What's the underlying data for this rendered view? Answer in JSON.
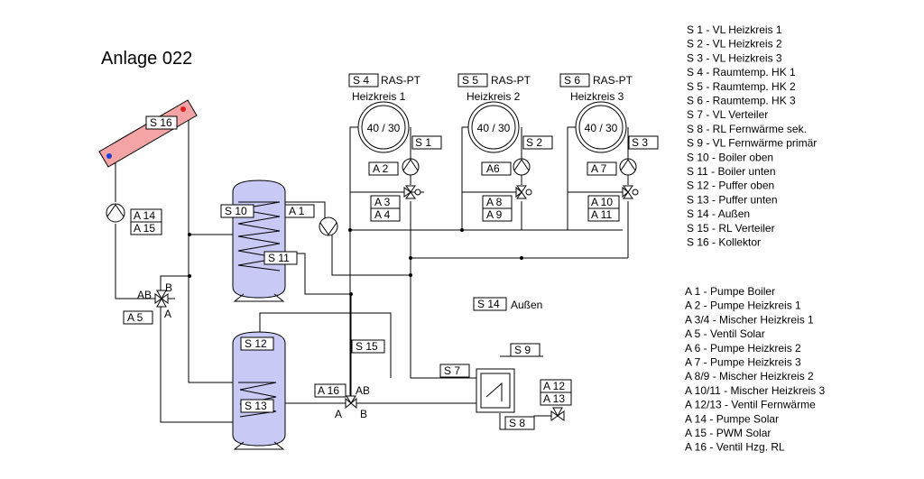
{
  "title": "Anlage 022",
  "sensor_labels": {
    "s1": "S 1",
    "s2": "S 2",
    "s3": "S 3",
    "s4": "S 4",
    "s5": "S 5",
    "s6": "S 6",
    "s7": "S 7",
    "s8": "S 8",
    "s9": "S 9",
    "s10": "S 10",
    "s11": "S 11",
    "s12": "S 12",
    "s13": "S 13",
    "s14": "S 14",
    "s15": "S 15",
    "s16": "S 16"
  },
  "actuator_labels": {
    "a1": "A 1",
    "a2": "A 2",
    "a3": "A 3",
    "a4": "A 4",
    "a5": "A 5",
    "a6": "A6",
    "a7": "A 7",
    "a8": "A 8",
    "a9": "A 9",
    "a10": "A 10",
    "a11": "A 11",
    "a12": "A 12",
    "a13": "A 13",
    "a14": "A 14",
    "a15": "A 15",
    "a16": "A 16"
  },
  "room_sensor_type": "RAS-PT",
  "circuits": [
    "Heizkreis 1",
    "Heizkreis 2",
    "Heizkreis 3"
  ],
  "room_units": [
    "40 / 30",
    "40 / 30",
    "40 / 30"
  ],
  "outdoor_label": "Außen",
  "valve_ports": {
    "ab": "AB",
    "a": "A",
    "b": "B"
  },
  "sensor_legend": [
    "S 1 - VL Heizkreis 1",
    "S 2 - VL Heizkreis 2",
    "S 3 - VL Heizkreis 3",
    "S 4 - Raumtemp. HK 1",
    "S 5 - Raumtemp. HK 2",
    "S 6 - Raumtemp. HK 3",
    "S 7 - VL Verteiler",
    "S 8 - RL Fernwärme sek.",
    "S 9 - VL Fernwärme primär",
    "S 10 - Boiler oben",
    "S 11 - Boiler unten",
    "S 12 - Puffer oben",
    "S 13 - Puffer unten",
    "S 14 - Außen",
    "S 15 - RL Verteiler",
    "S 16 - Kollektor"
  ],
  "actuator_legend": [
    "A 1 - Pumpe Boiler",
    "A 2 - Pumpe Heizkreis 1",
    "A 3/4 - Mischer Heizkreis 1",
    "A 5 - Ventil Solar",
    "A 6 - Pumpe Heizkreis 2",
    "A 7 - Pumpe Heizkreis 3",
    "A 8/9 - Mischer Heizkreis 2",
    "A 10/11 - Mischer Heizkreis 3",
    "A 12/13 - Ventil Fernwärme",
    "A 14 - Pumpe Solar",
    "A 15 - PWM Solar",
    "A 16 - Ventil Hzg. RL"
  ],
  "colors": {
    "tank_fill": "#c9c9f5",
    "collector_fill": "#f4a4a4",
    "collector_hot_dot": "#e02020",
    "collector_cold_dot": "#1a3fd8",
    "line": "#000000"
  }
}
